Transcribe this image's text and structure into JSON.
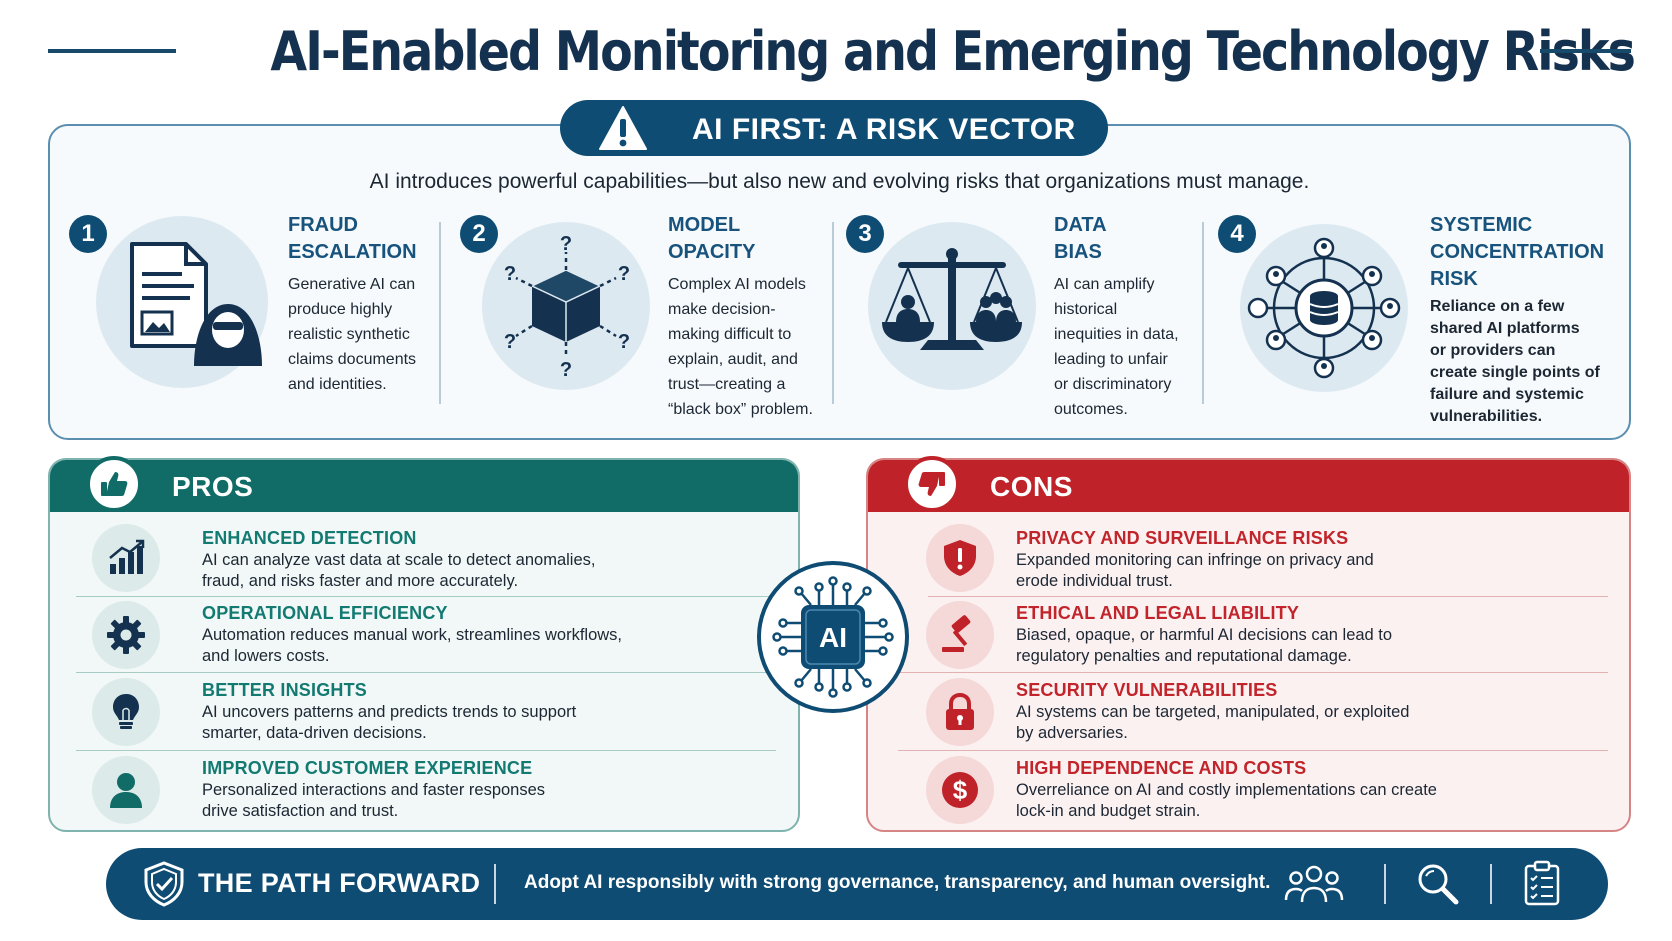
{
  "title": "AI-Enabled Monitoring and Emerging Technology Risks",
  "risk_section": {
    "banner": "AI FIRST: A RISK VECTOR",
    "intro": "AI introduces powerful capabilities—but also new and evolving risks that organizations must manage.",
    "items": [
      {
        "num": "1",
        "title_lines": [
          "FRAUD",
          "ESCALATION"
        ],
        "icon": "hacker-document-icon",
        "desc_lines": [
          "Generative AI can",
          "produce highly",
          "realistic synthetic",
          "claims documents",
          "and identities."
        ]
      },
      {
        "num": "2",
        "title_lines": [
          "MODEL",
          "OPACITY"
        ],
        "icon": "black-box-cube-icon",
        "desc_lines": [
          "Complex AI models",
          "make decision-",
          "making difficult to",
          "explain, audit, and",
          "trust—creating a",
          "“black box” problem."
        ]
      },
      {
        "num": "3",
        "title_lines": [
          "DATA",
          "BIAS"
        ],
        "icon": "balance-scale-icon",
        "desc_lines": [
          "AI can amplify",
          "historical",
          "inequities in data,",
          "leading to unfair",
          "or discriminatory",
          "outcomes."
        ]
      },
      {
        "num": "4",
        "title_lines": [
          "SYSTEMIC",
          "CONCENTRATION",
          "RISK"
        ],
        "icon": "database-network-icon",
        "desc_lines": [
          "Reliance on a few",
          "shared AI platforms",
          "or providers can",
          "create single points of",
          "failure and systemic",
          "vulnerabilities."
        ]
      }
    ]
  },
  "pros": {
    "title": "PROS",
    "items": [
      {
        "title": "ENHANCED DETECTION",
        "icon": "bar-chart-growth-icon",
        "desc_lines": [
          "AI can analyze vast data at scale to detect anomalies,",
          "fraud, and risks faster and more accurately."
        ]
      },
      {
        "title": "OPERATIONAL EFFICIENCY",
        "icon": "gear-icon",
        "desc_lines": [
          "Automation reduces manual work, streamlines workflows,",
          "and lowers costs."
        ]
      },
      {
        "title": "BETTER INSIGHTS",
        "icon": "lightbulb-icon",
        "desc_lines": [
          "AI uncovers patterns and predicts trends to support",
          "smarter, data-driven decisions."
        ]
      },
      {
        "title": "IMPROVED CUSTOMER EXPERIENCE",
        "icon": "person-icon",
        "desc_lines": [
          "Personalized interactions and faster responses",
          "drive satisfaction and trust."
        ]
      }
    ]
  },
  "cons": {
    "title": "CONS",
    "items": [
      {
        "title": "PRIVACY AND SURVEILLANCE RISKS",
        "icon": "shield-alert-icon",
        "desc_lines": [
          "Expanded monitoring can infringe on privacy and",
          "erode individual trust."
        ]
      },
      {
        "title": "ETHICAL AND LEGAL LIABILITY",
        "icon": "gavel-icon",
        "desc_lines": [
          "Biased, opaque, or harmful AI decisions can lead to",
          "regulatory penalties and reputational damage."
        ]
      },
      {
        "title": "SECURITY VULNERABILITIES",
        "icon": "padlock-icon",
        "desc_lines": [
          "AI systems can be targeted, manipulated, or exploited",
          "by adversaries."
        ]
      },
      {
        "title": "HIGH DEPENDENCE AND COSTS",
        "icon": "dollar-coin-icon",
        "desc_lines": [
          "Overreliance on AI and costly implementations can create",
          "lock-in and budget strain."
        ]
      }
    ]
  },
  "ai_hub": {
    "label": "AI"
  },
  "path_forward": {
    "title": "THE PATH FORWARD",
    "text": "Adopt AI responsibly with strong governance, transparency, and human oversight."
  },
  "colors": {
    "navy": "#0f4c73",
    "title": "#14324f",
    "pros_teal": "#116b66",
    "cons_red": "#bf2228"
  }
}
